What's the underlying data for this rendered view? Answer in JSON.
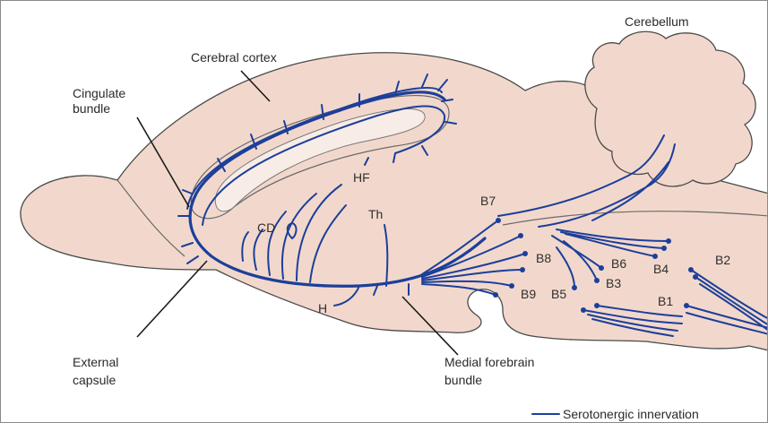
{
  "labels": {
    "cerebellum": "Cerebellum",
    "cerebral_cortex": "Cerebral cortex",
    "cingulate_line1": "Cingulate",
    "cingulate_line2": "bundle",
    "external_line1": "External",
    "external_line2": "capsule",
    "medial_line1": "Medial forebrain",
    "medial_line2": "bundle",
    "hf": "HF",
    "cd": "CD",
    "th": "Th",
    "h": "H",
    "b7": "B7",
    "b8": "B8",
    "b9": "B9",
    "b5": "B5",
    "b6": "B6",
    "b4": "B4",
    "b3": "B3",
    "b1": "B1",
    "b2": "B2"
  },
  "legend": {
    "label": "Serotonergic innervation"
  },
  "colors": {
    "tissue": "#f2d8cc",
    "fibers": "#1c3f9a",
    "outline": "#4a4a4a"
  }
}
